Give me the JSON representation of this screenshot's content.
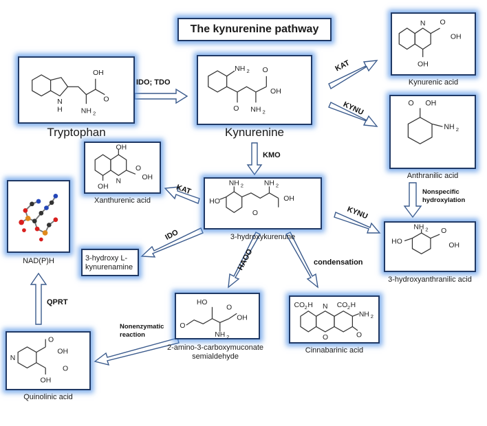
{
  "title": "The kynurenine pathway",
  "compounds": {
    "tryptophan": "Tryptophan",
    "kynurenine": "Kynurenine",
    "kynurenic_acid": "Kynurenic acid",
    "anthranilic_acid": "Anthranilic acid",
    "hydroxykynurenine": "3-hydroxykurenune",
    "xanthurenic_acid": "Xanthurenic acid",
    "hydroxyanthranilic_acid": "3-hydroxyanthranilic acid",
    "hydroxy_kynurenamine": "3-hydroxy L-kynurenamine",
    "acms": "2-amino-3-carboxymuconate semialdehyde",
    "cinnabarinic_acid": "Cinnabarinic acid",
    "quinolinic_acid": "Quinolinic acid",
    "nadph": "NAD(P)H"
  },
  "enzymes": {
    "ido_tdo": "IDO; TDO",
    "kat_top": "KAT",
    "kynu_top": "KYNU",
    "kmo": "KMO",
    "kat_mid": "KAT",
    "kynu_mid": "KYNU",
    "ido_mid": "IDO",
    "haoo": "HAOO",
    "condensation": "condensation",
    "nonspecific": "Nonspecific hydroxylation",
    "nonenzymatic": "Nonenzymatic reaction",
    "qprt": "QPRT"
  },
  "atoms": {
    "nh2": "NH",
    "nh2_sub": "2",
    "oh": "OH",
    "o": "O",
    "n": "N",
    "h": "H",
    "ho": "HO",
    "co2h": "CO",
    "co2h_sub": "2",
    "co2h_tail": "H"
  },
  "colors": {
    "box_border": "#1f3864",
    "glow": "#5a96e6",
    "arrow_stroke": "#3a5a8c"
  }
}
